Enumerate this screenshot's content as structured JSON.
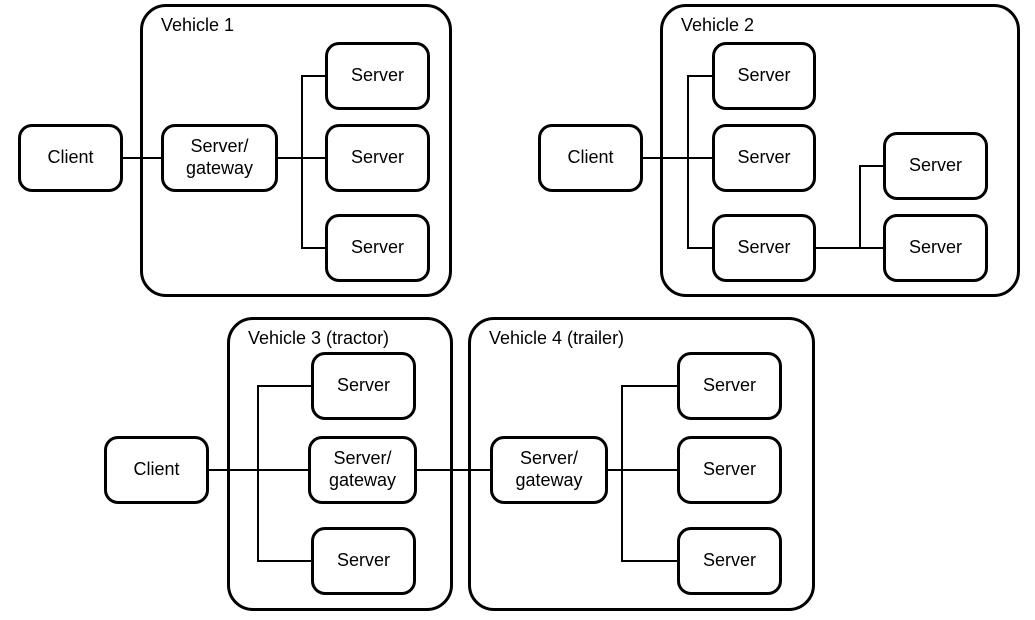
{
  "diagram": {
    "type": "network-topology-figure",
    "colors": {
      "stroke": "#000000",
      "fill": "#ffffff",
      "background": "#ffffff"
    },
    "clients": [
      {
        "label": "Client"
      },
      {
        "label": "Client"
      },
      {
        "label": "Client"
      }
    ],
    "groups": [
      {
        "label": "Vehicle 1",
        "nodes": [
          {
            "label": "Server/\ngateway"
          },
          {
            "label": "Server"
          },
          {
            "label": "Server"
          },
          {
            "label": "Server"
          }
        ]
      },
      {
        "label": "Vehicle 2",
        "nodes": [
          {
            "label": "Server"
          },
          {
            "label": "Server"
          },
          {
            "label": "Server"
          },
          {
            "label": "Server"
          },
          {
            "label": "Server"
          }
        ]
      },
      {
        "label": "Vehicle 3 (tractor)",
        "nodes": [
          {
            "label": "Server"
          },
          {
            "label": "Server/\ngateway"
          },
          {
            "label": "Server"
          }
        ]
      },
      {
        "label": "Vehicle 4 (trailer)",
        "nodes": [
          {
            "label": "Server/\ngateway"
          },
          {
            "label": "Server"
          },
          {
            "label": "Server"
          },
          {
            "label": "Server"
          }
        ]
      }
    ]
  }
}
